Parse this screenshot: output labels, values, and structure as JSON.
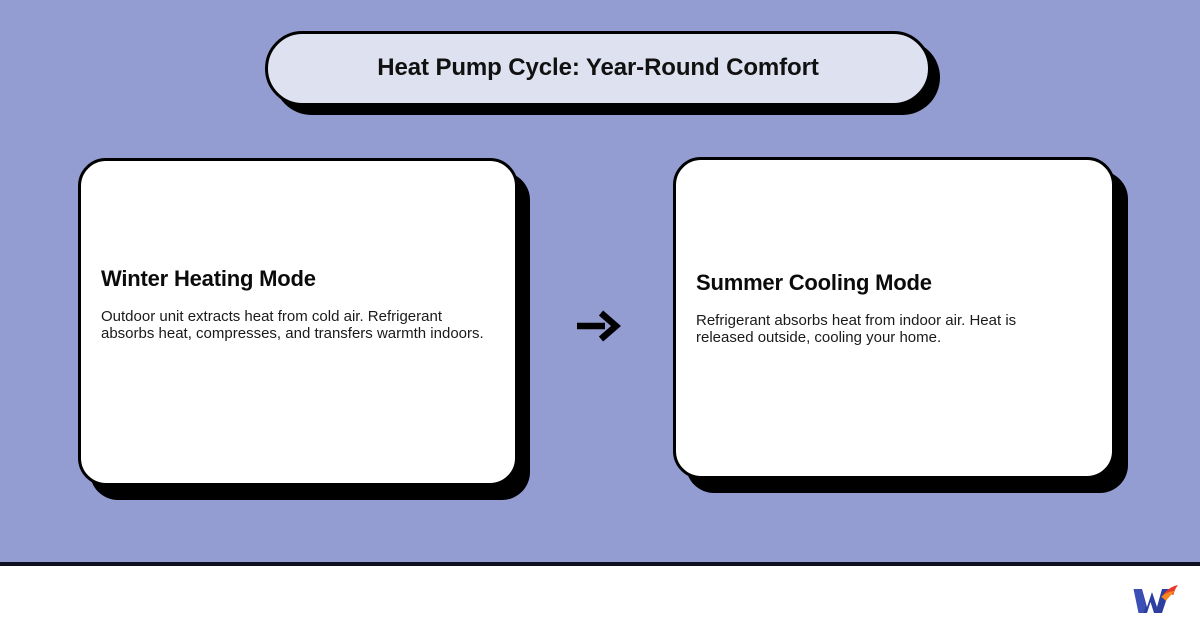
{
  "theme": {
    "background_color": "#939DD2",
    "card_background": "#FFFFFF",
    "title_pill_background": "#DEE1EF",
    "outline_color": "#000000",
    "shadow_color": "#000000",
    "footer_background": "#FFFFFF",
    "footer_rule_color": "#0D1020",
    "logo_blue": "#2C3E9E",
    "logo_red": "#E8392B",
    "logo_orange": "#F6871F"
  },
  "header": {
    "title": "Heat Pump Cycle: Year-Round Comfort"
  },
  "steps": [
    {
      "id": "winter-heating-mode",
      "title": "Winter Heating Mode",
      "body": "Outdoor unit extracts heat from cold air. Refrigerant absorbs heat, compresses, and transfers warmth indoors."
    },
    {
      "id": "summer-cooling-mode",
      "title": "Summer Cooling Mode",
      "body": "Refrigerant absorbs heat from indoor air. Heat is released outside, cooling your home."
    }
  ],
  "connector": {
    "icon": "arrow-right-icon",
    "glyph": "→"
  },
  "footer": {
    "logo": {
      "icon": "w-flame-logo-icon",
      "letter": "W"
    }
  }
}
